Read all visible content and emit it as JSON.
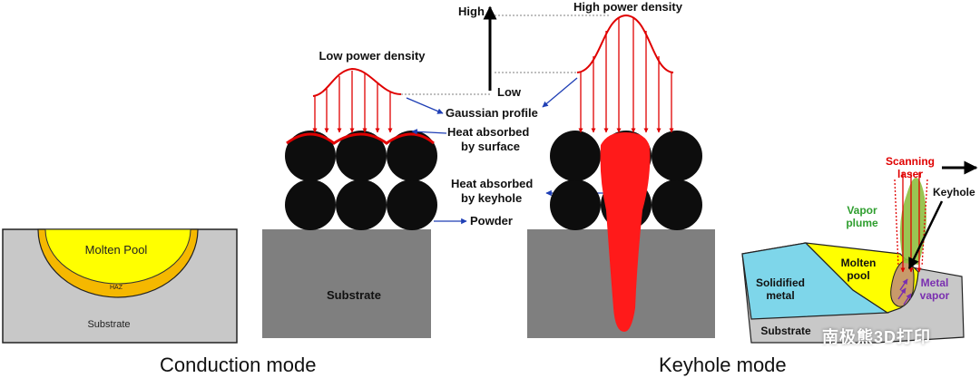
{
  "colors": {
    "molten": "#ffff00",
    "haz": "#f5b800",
    "substrate": "#c8c8c8",
    "substrate_dark": "#7f7f7f",
    "powder": "#0d0d0d",
    "laser_red": "#e00000",
    "keyhole_red": "#ff1a1a",
    "arrow_blue": "#1f3fb5",
    "solidified": "#7ed6ea",
    "vapor_green": "#8fbf3f",
    "metal_vapor_purple": "#7a2fb0"
  },
  "conduction": {
    "molten_pool": "Molten Pool",
    "haz": "HAZ",
    "substrate": "Substrate",
    "mode_label": "Conduction mode",
    "low_power": "Low power density",
    "substrate_center": "Substrate"
  },
  "scale": {
    "high": "High",
    "low": "Low"
  },
  "annotations": {
    "gaussian": "Gaussian profile",
    "heat_surface_1": "Heat absorbed",
    "heat_surface_2": "by surface",
    "heat_keyhole_1": "Heat absorbed",
    "heat_keyhole_2": "by keyhole",
    "powder": "Powder"
  },
  "keyhole": {
    "high_power": "High power density",
    "mode_label": "Keyhole mode"
  },
  "scanning": {
    "scanning_1": "Scanning",
    "scanning_2": "laser",
    "keyhole": "Keyhole",
    "vapor_1": "Vapor",
    "vapor_2": "plume",
    "molten_1": "Molten",
    "molten_2": "pool",
    "solidified_1": "Solidified",
    "solidified_2": "metal",
    "metal_vapor_1": "Metal",
    "metal_vapor_2": "vapor",
    "substrate": "Substrate"
  },
  "watermark": "南极熊3D打印"
}
